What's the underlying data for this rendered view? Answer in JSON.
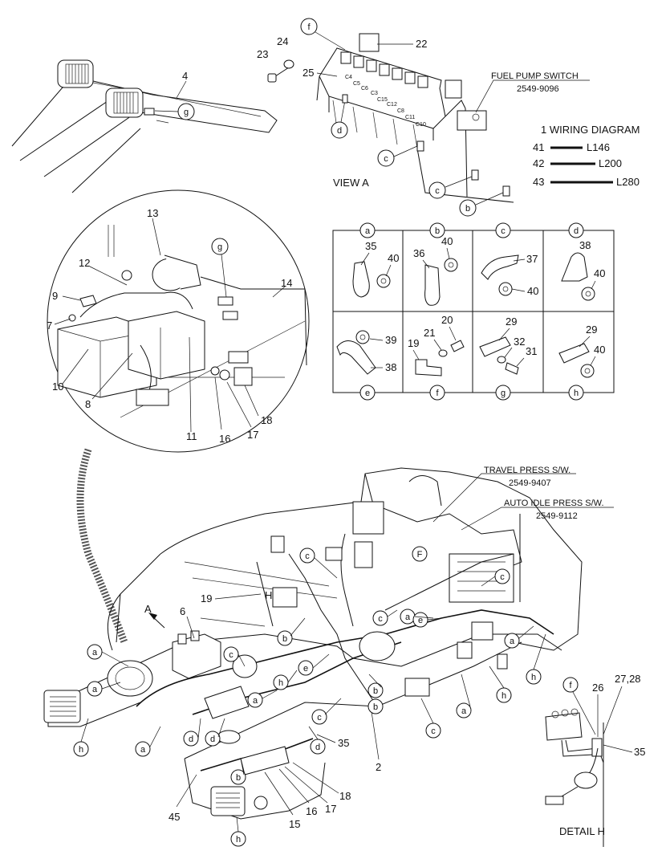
{
  "view_a": {
    "title": "VIEW  A",
    "fuel_pump_switch": {
      "name": "FUEL PUMP SWITCH",
      "part_no": "2549-9096"
    },
    "terminal_labels": [
      "C4",
      "C5",
      "C6",
      "C3",
      "C15",
      "C12",
      "C11",
      "C8",
      "C10"
    ],
    "callouts": {
      "c23": "23",
      "c24": "24",
      "c22": "22",
      "c25": "25",
      "f": "f",
      "d": "d",
      "c1": "c",
      "c2": "c",
      "b": "b"
    }
  },
  "work_light": {
    "callouts": {
      "c4": "4",
      "g": "g"
    }
  },
  "wiring": {
    "title": "1  WIRING DIAGRAM",
    "wires": [
      {
        "item": "41",
        "code": "L146"
      },
      {
        "item": "42",
        "code": "L200"
      },
      {
        "item": "43",
        "code": "L280"
      }
    ]
  },
  "clamp_table": {
    "cells": [
      {
        "letter": "a",
        "parts": [
          "35",
          "40"
        ]
      },
      {
        "letter": "b",
        "parts": [
          "40",
          "36"
        ]
      },
      {
        "letter": "c",
        "parts": [
          "37",
          "40"
        ]
      },
      {
        "letter": "d",
        "parts": [
          "38",
          "40"
        ]
      },
      {
        "letter": "e",
        "parts": [
          "39",
          "38"
        ]
      },
      {
        "letter": "f",
        "parts": [
          "20",
          "21",
          "19"
        ]
      },
      {
        "letter": "g",
        "parts": [
          "29",
          "32",
          "31"
        ]
      },
      {
        "letter": "h",
        "parts": [
          "29",
          "40"
        ]
      }
    ]
  },
  "battery_detail": {
    "callouts": [
      "13",
      "12",
      "9",
      "7",
      "10",
      "8",
      "11",
      "16",
      "17",
      "18",
      "14"
    ],
    "g": "g"
  },
  "switches": {
    "travel": {
      "name": "TRAVEL PRESS S/W.",
      "part_no": "2549-9407"
    },
    "auto_idle": {
      "name": "AUTO IDLE PRESS S/W.",
      "part_no": "2549-9112"
    }
  },
  "main_view": {
    "arrow_label": "A",
    "view_h_label": "H",
    "view_f_label": "F",
    "numbers": {
      "n6": "6",
      "n19": "19",
      "n2": "2",
      "n35": "35",
      "n18": "18",
      "n17": "17",
      "n16": "16",
      "n15": "15",
      "n45": "45"
    },
    "letters": {
      "a": "a",
      "b": "b",
      "c": "c",
      "d": "d",
      "e": "e",
      "h": "h"
    }
  },
  "detail_h": {
    "title": "DETAIL  H",
    "callouts": {
      "f": "f",
      "c26": "26",
      "c2728": "27,28",
      "c35": "35"
    }
  }
}
